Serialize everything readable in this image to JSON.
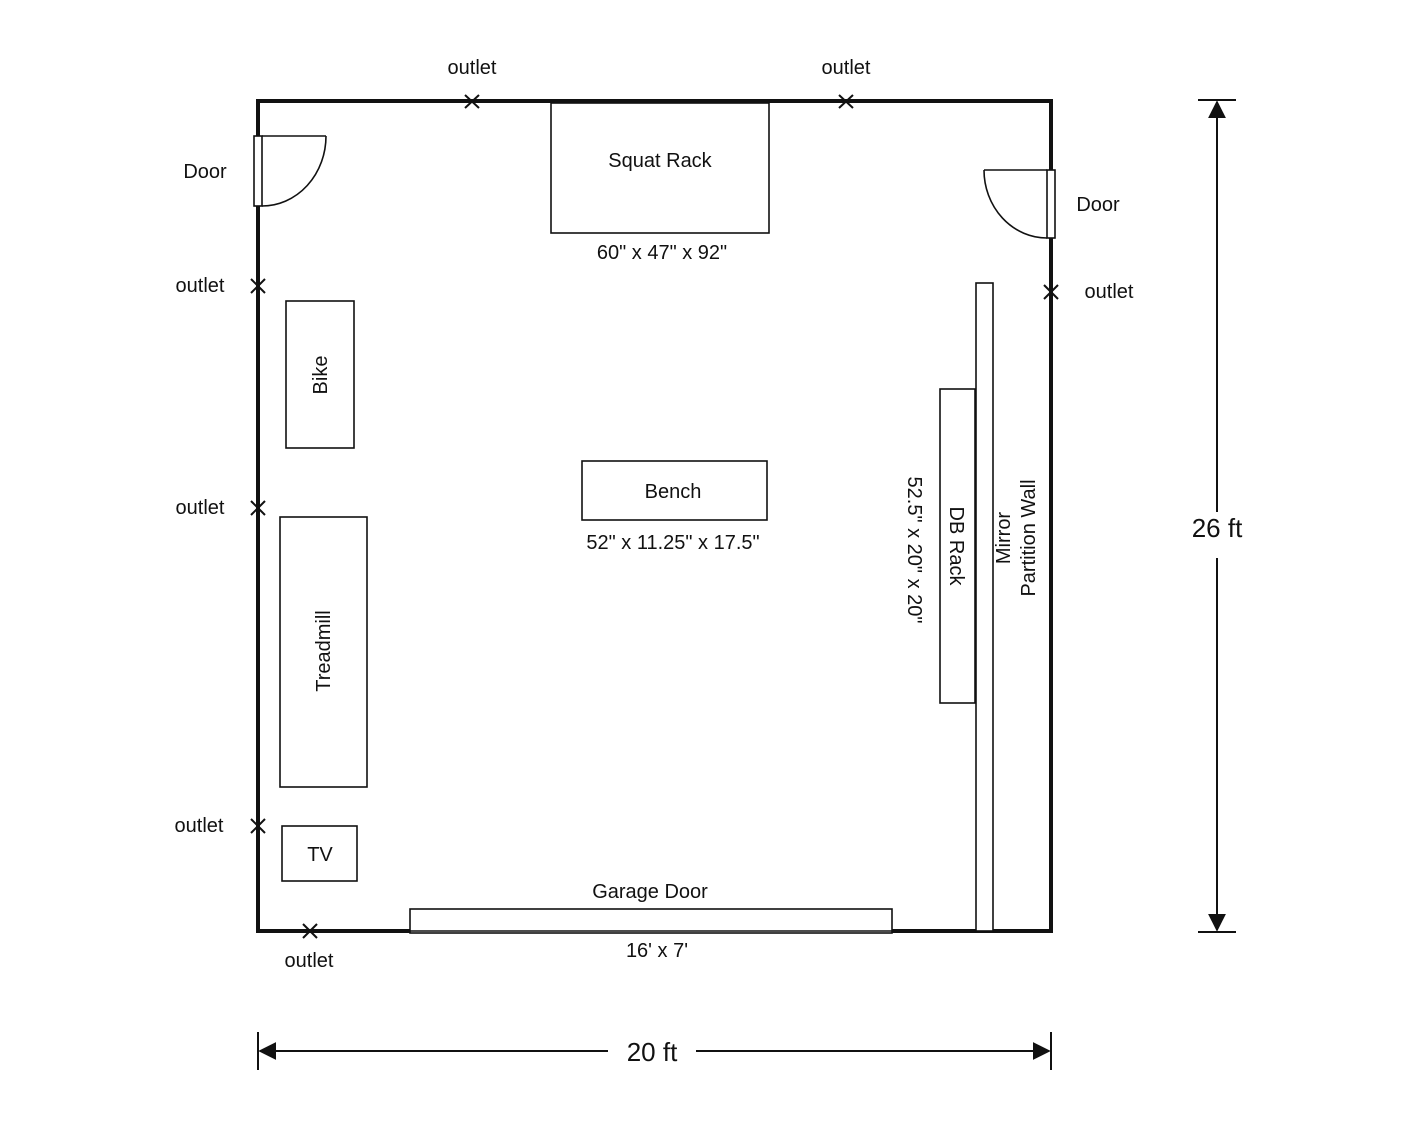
{
  "room": {
    "width_label": "20 ft",
    "height_label": "26 ft"
  },
  "doors": {
    "left": "Door",
    "right": "Door"
  },
  "outlets": {
    "top_left": "outlet",
    "top_right": "outlet",
    "left_upper": "outlet",
    "left_middle": "outlet",
    "left_lower": "outlet",
    "bottom": "outlet",
    "right": "outlet"
  },
  "equipment": {
    "squat_rack": {
      "name": "Squat Rack",
      "dims": "60\" x 47\" x 92\""
    },
    "bench": {
      "name": "Bench",
      "dims": "52\" x 11.25\" x 17.5\""
    },
    "bike": {
      "name": "Bike"
    },
    "treadmill": {
      "name": "Treadmill"
    },
    "tv": {
      "name": "TV"
    },
    "db_rack": {
      "name": "DB Rack",
      "dims": "52.5\" x 20\" x 20\""
    },
    "garage_door": {
      "name": "Garage Door",
      "dims": "16' x 7'"
    },
    "mirror": {
      "line1": "Mirror",
      "line2": "Partition Wall"
    }
  }
}
